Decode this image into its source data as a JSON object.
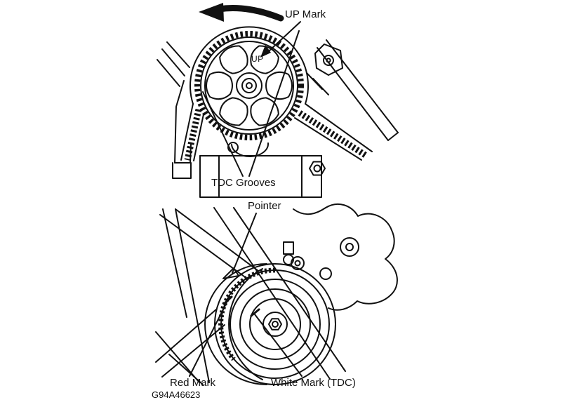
{
  "figure": {
    "id_label": "G94A46623",
    "top_diagram": {
      "up_mark_label": "UP Mark",
      "sprocket_text": "UP",
      "tdc_grooves_label": "TDC Grooves"
    },
    "bottom_diagram": {
      "pointer_label": "Pointer",
      "red_mark_label": "Red Mark",
      "white_mark_label": "White Mark (TDC)"
    },
    "colors": {
      "ink": "#111111",
      "background": "#ffffff"
    }
  }
}
